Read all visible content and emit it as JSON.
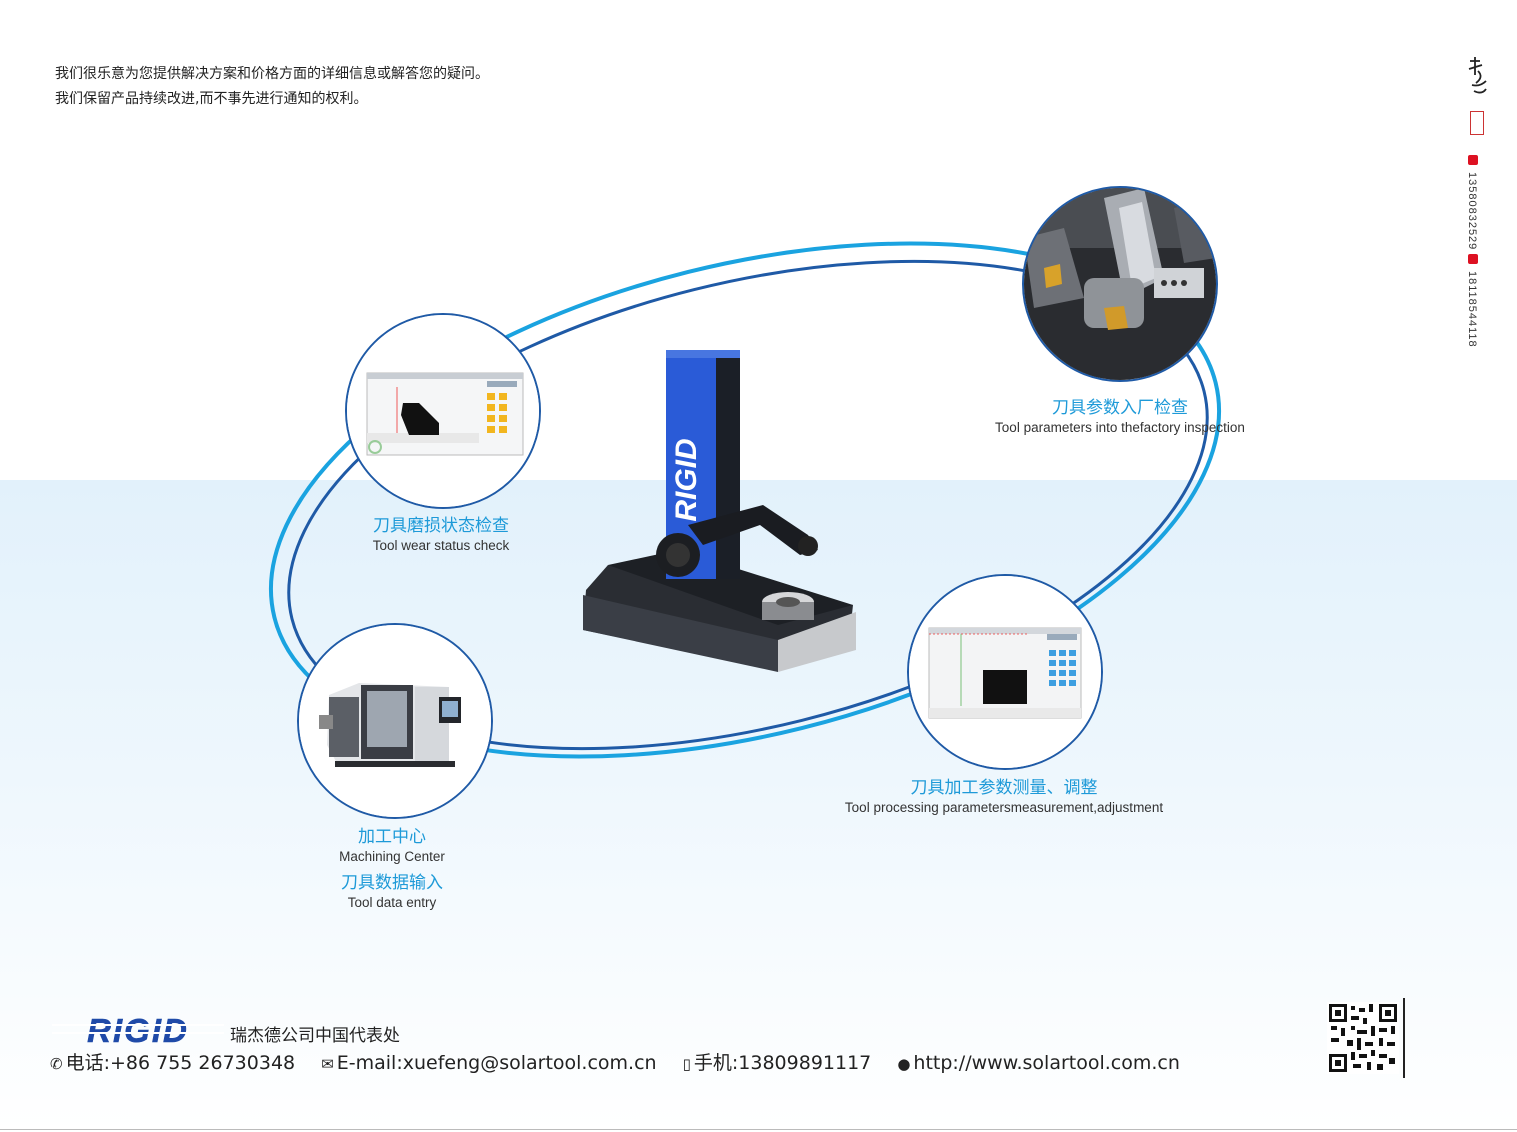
{
  "intro": {
    "line1": "我们很乐意为您提供解决方案和价格方面的详细信息或解答您的疑问。",
    "line2": "我们保留产品持续改进,而不事先进行通知的权利。"
  },
  "sidebar": {
    "phone1": "13580832529",
    "phone2": "18118544118"
  },
  "product": {
    "brand_on_column": "RIGID"
  },
  "features": [
    {
      "cn": "刀具参数入厂检查",
      "en": "Tool parameters into thefactory inspection"
    },
    {
      "cn": "刀具磨损状态检查",
      "en": "Tool wear status check"
    },
    {
      "cn": "刀具加工参数测量、调整",
      "en": "Tool processing parametersmeasurement,adjustment"
    },
    {
      "cn": "加工中心",
      "en": "Machining Center"
    },
    {
      "cn": "刀具数据输入",
      "en": "Tool data entry"
    }
  ],
  "footer": {
    "brand": "RIGID",
    "company": "瑞杰德公司中国代表处",
    "tel": "电话:+86 755 26730348",
    "email": "E-mail:xuefeng@solartool.com.cn",
    "mobile": "手机:13809891117",
    "web": "http://www.solartool.com.cn"
  },
  "colors": {
    "accent_blue": "#1e9ad8",
    "dark_blue": "#1f5aa6",
    "column_blue": "#2a5bd7"
  },
  "icons": [
    "phone-icon",
    "mail-icon",
    "mobile-icon",
    "globe-icon",
    "qr-code"
  ]
}
